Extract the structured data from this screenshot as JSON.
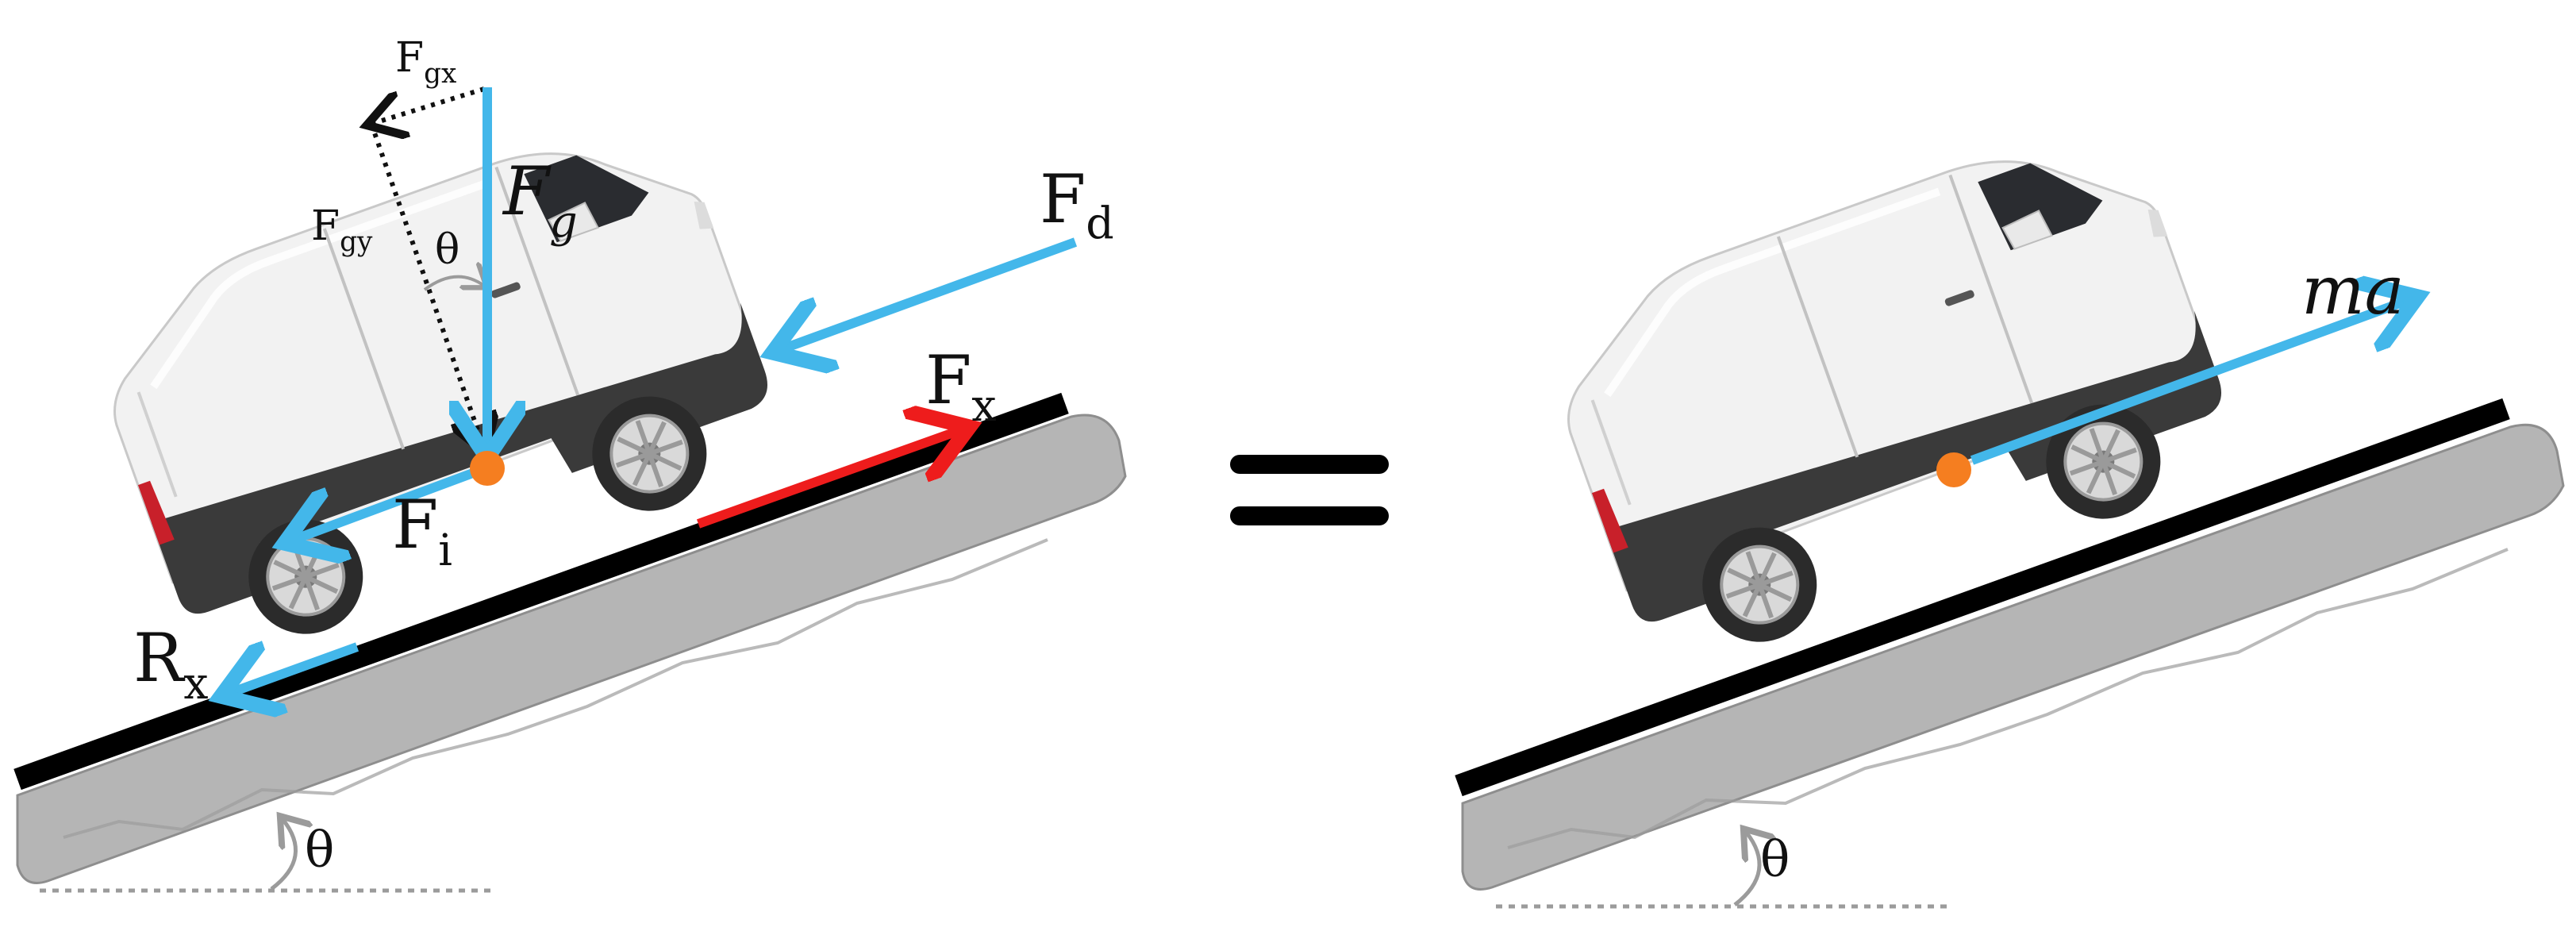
{
  "colors": {
    "force_vector": "#43b7ea",
    "applied_force": "#ee1c1c",
    "center_of_mass": "#f57e20",
    "road_surface": "#000000",
    "rock": "#b5b5b5",
    "rock_edge": "#8e8e8e",
    "van_body": "#f2f2f2",
    "van_trim": "#3a3a3a",
    "window": "#2a2c30",
    "tail_light": "#c8202a",
    "guide_line": "#9b9b9b"
  },
  "left_diagram": {
    "labels": {
      "fgx": {
        "main": "F",
        "sub": "gx"
      },
      "fgy": {
        "main": "F",
        "sub": "gy"
      },
      "fg": {
        "main": "F",
        "sub": "g"
      },
      "fd": {
        "main": "F",
        "sub": "d"
      },
      "fx": {
        "main": "F",
        "sub": "x"
      },
      "fi": {
        "main": "F",
        "sub": "i"
      },
      "rx": {
        "main": "R",
        "sub": "x"
      },
      "theta_top": "θ",
      "theta_ground": "θ"
    }
  },
  "equals_sign": "=",
  "right_diagram": {
    "labels": {
      "ma": "ma",
      "theta_ground": "θ"
    }
  }
}
